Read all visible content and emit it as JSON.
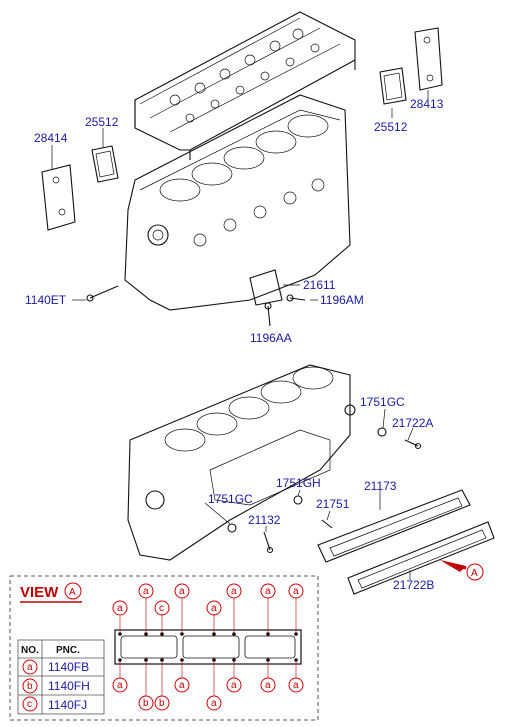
{
  "parts": {
    "p28414": "28414",
    "p25512_left": "25512",
    "p25512_right": "25512",
    "p28413": "28413",
    "p21611": "21611",
    "p1140ET": "1140ET",
    "p1196AM": "1196AM",
    "p1196AA": "1196AA",
    "p1751GC_top": "1751GC",
    "p21722A": "21722A",
    "p1751GH": "1751GH",
    "p21173": "21173",
    "p1751GC_mid": "1751GC",
    "p21751": "21751",
    "p21132": "21132",
    "p21722B": "21722B"
  },
  "view": {
    "title": "VIEW",
    "marker": "A",
    "arrow_marker": "A"
  },
  "legend": {
    "col_no": "NO.",
    "col_pnc": "PNC.",
    "rows": [
      {
        "no": "a",
        "pnc": "1140FB"
      },
      {
        "no": "b",
        "pnc": "1140FH"
      },
      {
        "no": "c",
        "pnc": "1140FJ"
      }
    ]
  },
  "gasket_bolts": {
    "top_row": [
      "a",
      "a",
      "c",
      "a",
      "a",
      "a",
      "a",
      "a"
    ],
    "bottom_row": [
      "a",
      "b",
      "b",
      "a",
      "a",
      "a",
      "a",
      "a"
    ]
  },
  "colors": {
    "label": "#1a1aa6",
    "view_red": "#d00000",
    "ink": "#111111"
  }
}
